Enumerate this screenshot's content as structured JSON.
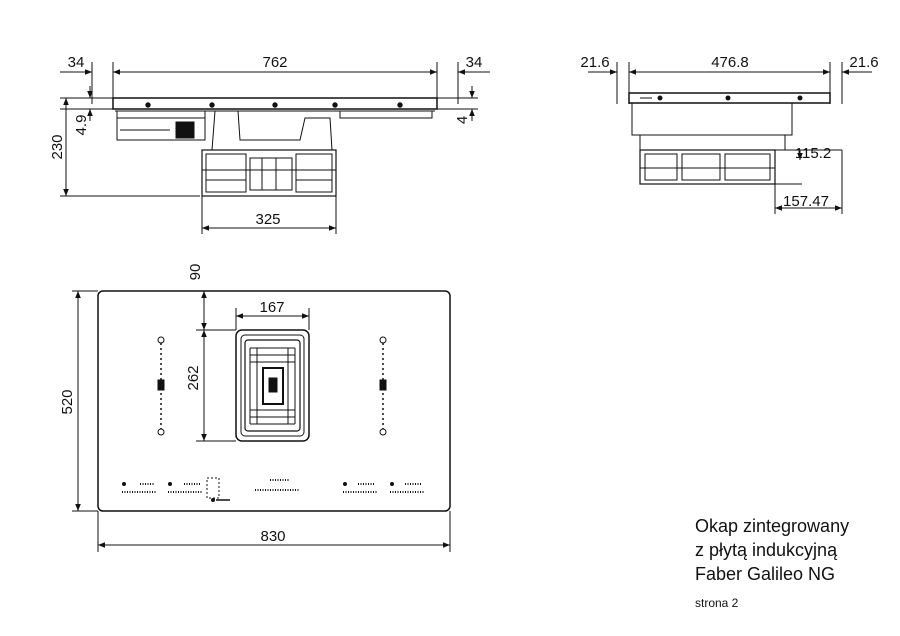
{
  "front_view": {
    "dim_top_left": "34",
    "dim_top_center": "762",
    "dim_top_right": "34",
    "dim_left_small": "4.9",
    "dim_left_height": "230",
    "dim_right_small": "4",
    "dim_bottom_width": "325"
  },
  "side_view": {
    "dim_top_left": "21.6",
    "dim_top_center": "476.8",
    "dim_top_right": "21.6",
    "dim_right_a": "115.2",
    "dim_right_b": "157.47"
  },
  "plan_view": {
    "dim_top_offset": "90",
    "dim_vent_width": "167",
    "dim_vent_height": "262",
    "dim_total_height": "520",
    "dim_total_width": "830"
  },
  "info": {
    "line1": "Okap zintegrowany",
    "line2": "z płytą indukcyjną",
    "line3": "Faber Galileo NG",
    "page": "strona 2"
  }
}
